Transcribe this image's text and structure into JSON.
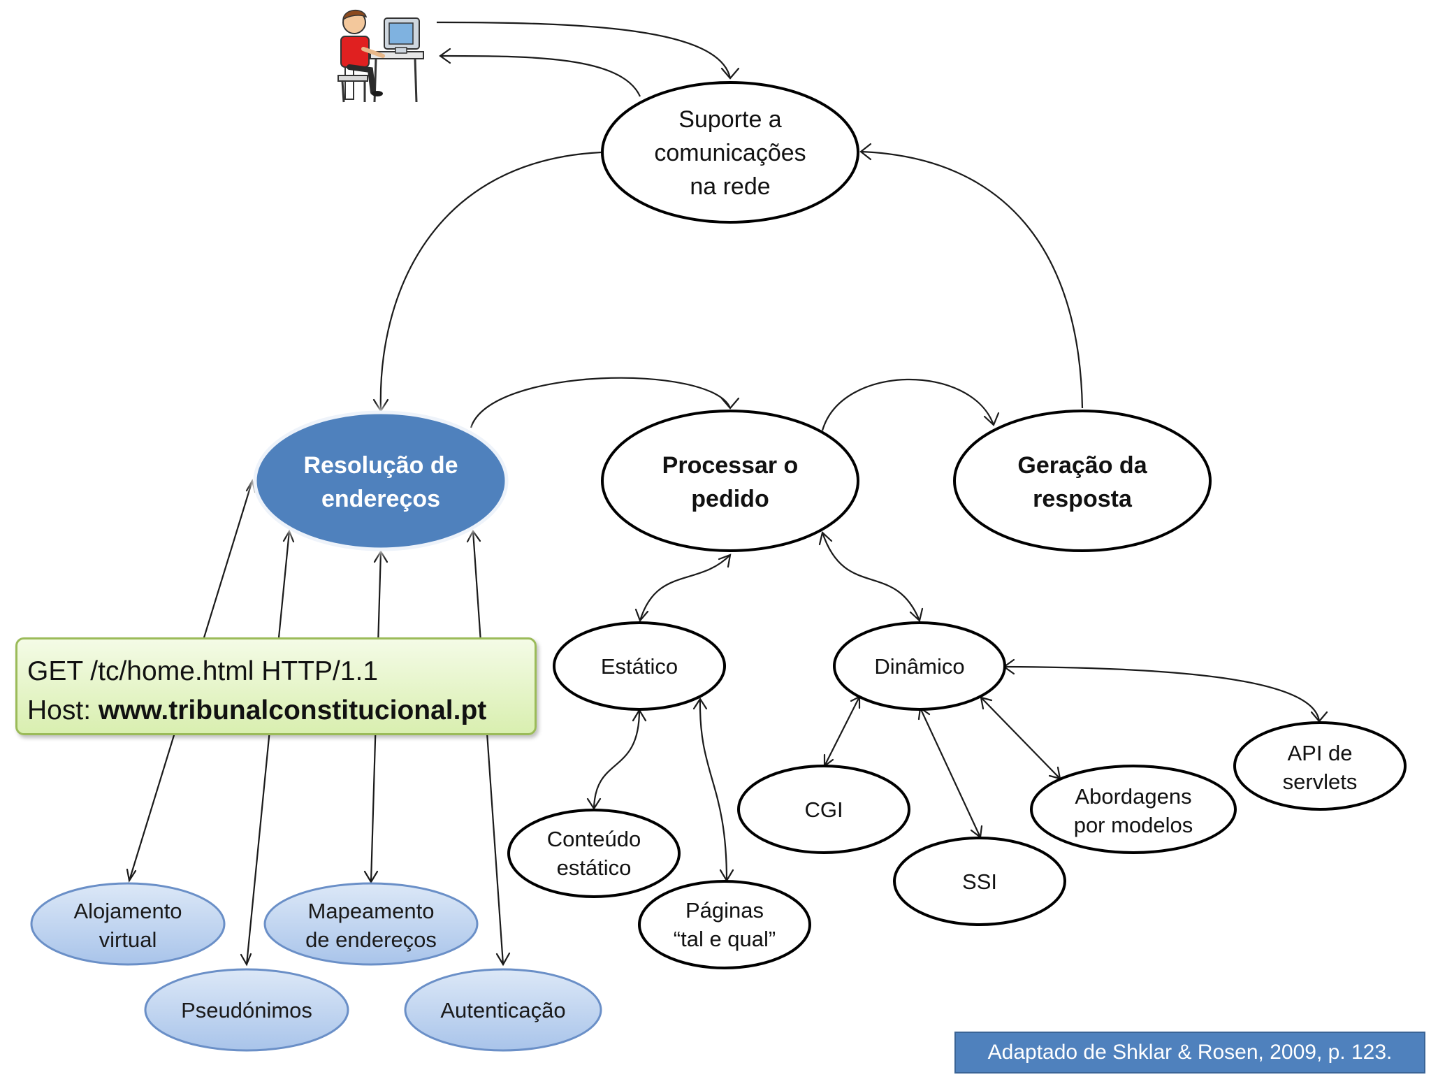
{
  "nodes": {
    "suporte": [
      "Suporte a",
      "comunicações",
      "na rede"
    ],
    "resolucao": [
      "Resolução de",
      "endereços"
    ],
    "processar": [
      "Processar o",
      "pedido"
    ],
    "geracao": [
      "Geração da",
      "resposta"
    ],
    "estatico": [
      "Estático"
    ],
    "dinamico": [
      "Dinâmico"
    ],
    "conteudo": [
      "Conteúdo",
      "estático"
    ],
    "paginas": [
      "Páginas",
      "“tal e qual”"
    ],
    "cgi": [
      "CGI"
    ],
    "ssi": [
      "SSI"
    ],
    "abordagens": [
      "Abordagens",
      "por modelos"
    ],
    "api": [
      "API de",
      "servlets"
    ],
    "alojamento": [
      "Alojamento",
      "virtual"
    ],
    "mapeamento": [
      "Mapeamento",
      "de endereços"
    ],
    "pseudonimos": [
      "Pseudónimos"
    ],
    "autenticacao": [
      "Autenticação"
    ]
  },
  "http_request": {
    "line1": "GET /tc/home.html HTTP/1.1",
    "host_label": "Host: ",
    "host_value": "www.tribunalconstitucional.pt"
  },
  "citation": "Adaptado de Shklar & Rosen, 2009, p. 123.",
  "colors": {
    "resolution_fill": "#4f81bd",
    "feature_fill": "#c6d9f1",
    "feature_stroke": "#6a8fc7",
    "http_box_fill": "#d9efb0",
    "http_box_border": "#9bbb59",
    "citation_bg": "#4f81bd"
  },
  "icons": {
    "user": "person-at-computer-icon"
  }
}
